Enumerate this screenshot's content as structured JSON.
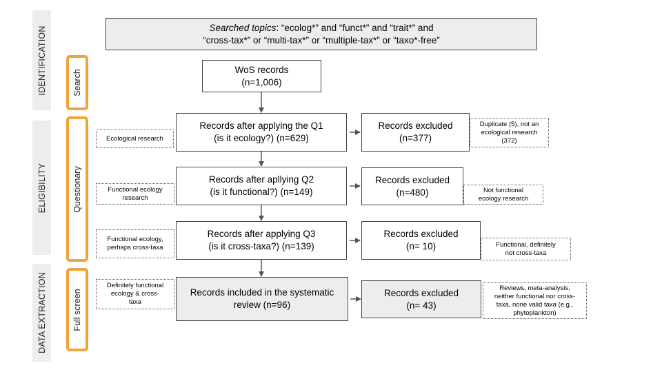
{
  "stages": {
    "identification": "IDENTIFICATION",
    "eligibility": "ELIGIBILITY",
    "data_extraction": "DATA EXTRACTION"
  },
  "phases": {
    "search": "Search",
    "questionary": "Questionary",
    "full_screen": "Full screen"
  },
  "topics": {
    "label": "Searched topics",
    "line1": ": “ecolog*” and “funct*”  and “trait*” and",
    "line2": "“cross-tax*” or “multi-tax*” or “multiple-tax*” or “taxo*-free”"
  },
  "flow": {
    "wos": "WoS records\n(n=1,006)",
    "q1": "Records after applying the Q1\n(is it ecology?) (n=629)",
    "q2": "Records after apllying Q2\n(is it functional?) (n=149)",
    "q3": "Records after applying Q3\n(is it cross-taxa?) (n=139)",
    "included": "Records included in the systematic\nreview (n=96)"
  },
  "excluded": {
    "ex1": "Records excluded\n(n=377)",
    "ex2": "Records excluded\n(n=480)",
    "ex3": "Records excluded\n(n= 10)",
    "ex4": "Records excluded\n(n= 43)"
  },
  "left_notes": {
    "n1": "Ecological research",
    "n2": "Functional ecology\nresearch",
    "n3": "Functional ecology,\nperhaps cross-taxa",
    "n4": "Definitely functional\necology & cross-\ntaxa"
  },
  "right_notes": {
    "r1": "Duplicate (5), not an\necological research\n(372)",
    "r2": "Not functional\necology research",
    "r3": "Functional, definitely\nnot cross-taxa",
    "r4": "Reviews, meta-analysis,\nneither functional nor cross-\ntaxa, none valid taxa (e.g.,\nphytoplankton)"
  },
  "colors": {
    "phase_border": "#f2a33a",
    "stage_fill": "#ededed",
    "arrow": "#555555"
  }
}
